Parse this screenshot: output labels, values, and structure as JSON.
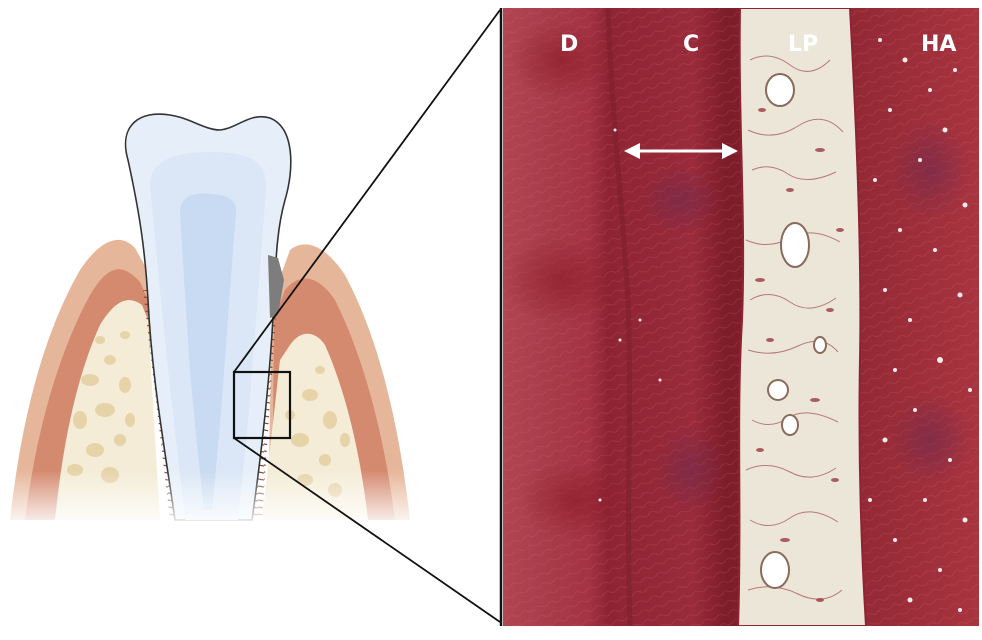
{
  "labels": {
    "dentin": "D",
    "cementum": "C",
    "ligament": "LP",
    "bone": "HA"
  },
  "colors": {
    "background": "#ffffff",
    "enamel_outline": "#333333",
    "pulp": "#c9dbf2",
    "dentin_tooth": "#e6eff9",
    "gingiva": "#dd9d80",
    "gingiva_dark": "#c9775e",
    "bone": "#f4ecd6",
    "bone_pores": "#e6d3a8",
    "ligament_lines": "#8a4a3a",
    "calculus": "#7d7d7d",
    "histo_base": "#a93a44",
    "histo_dark": "#7a1f2a",
    "histo_pink": "#c86070",
    "ligament_tissue": "#ece6d8",
    "label": "#ffffff"
  },
  "icons": {
    "arrow": "double-headed-arrow-icon"
  }
}
